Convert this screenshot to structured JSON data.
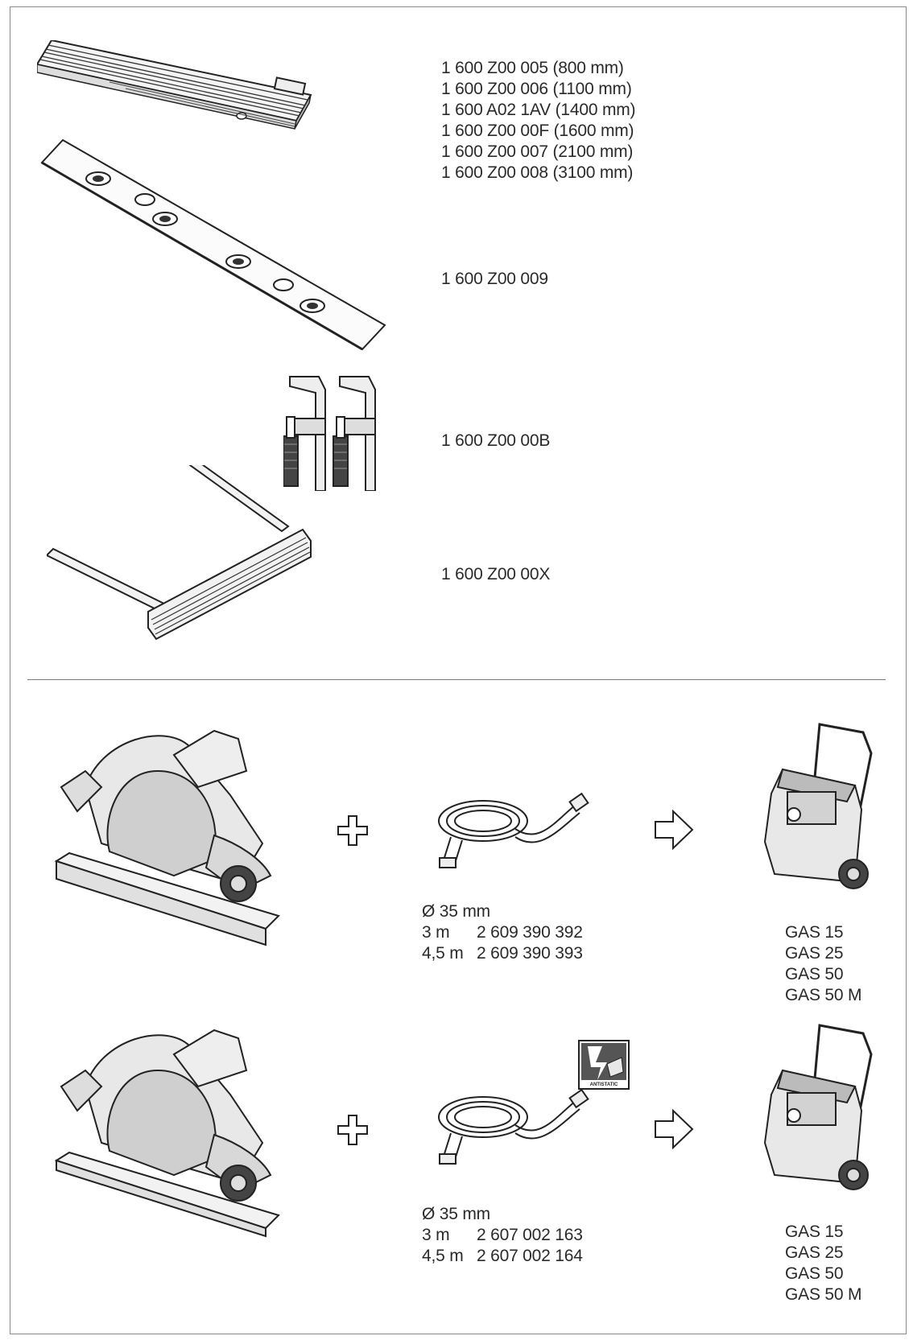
{
  "accessories": {
    "guide_rails": [
      "1 600 Z00 005 (800 mm)",
      "1 600 Z00 006 (1100 mm)",
      "1 600 A02 1AV (1400 mm)",
      "1 600 Z00 00F (1600 mm)",
      "1 600 Z00 007 (2100 mm)",
      "1 600 Z00 008 (3100 mm)"
    ],
    "connector_plate": "1 600 Z00 009",
    "clamps": "1 600 Z00 00B",
    "parallel_guide": "1 600 Z00 00X"
  },
  "extraction": [
    {
      "diameter": "Ø 35 mm",
      "hoses": [
        {
          "length": "3 m",
          "code": "2 609 390 392"
        },
        {
          "length": "4,5 m",
          "code": "2 609 390 393"
        }
      ],
      "extractors": [
        "GAS 15",
        "GAS 25",
        "GAS 50",
        "GAS 50 M"
      ]
    },
    {
      "diameter": "Ø 35 mm",
      "hoses": [
        {
          "length": "3 m",
          "code": "2 607 002 163"
        },
        {
          "length": "4,5 m",
          "code": "2 607 002 164"
        }
      ],
      "extractors": [
        "GAS 15",
        "GAS 25",
        "GAS 50",
        "GAS 50 M"
      ],
      "badge": "ANTISTATIC"
    }
  ],
  "icons": {
    "plus": "plus-icon",
    "arrow": "arrow-right-icon",
    "antistatic": "antistatic-icon"
  }
}
